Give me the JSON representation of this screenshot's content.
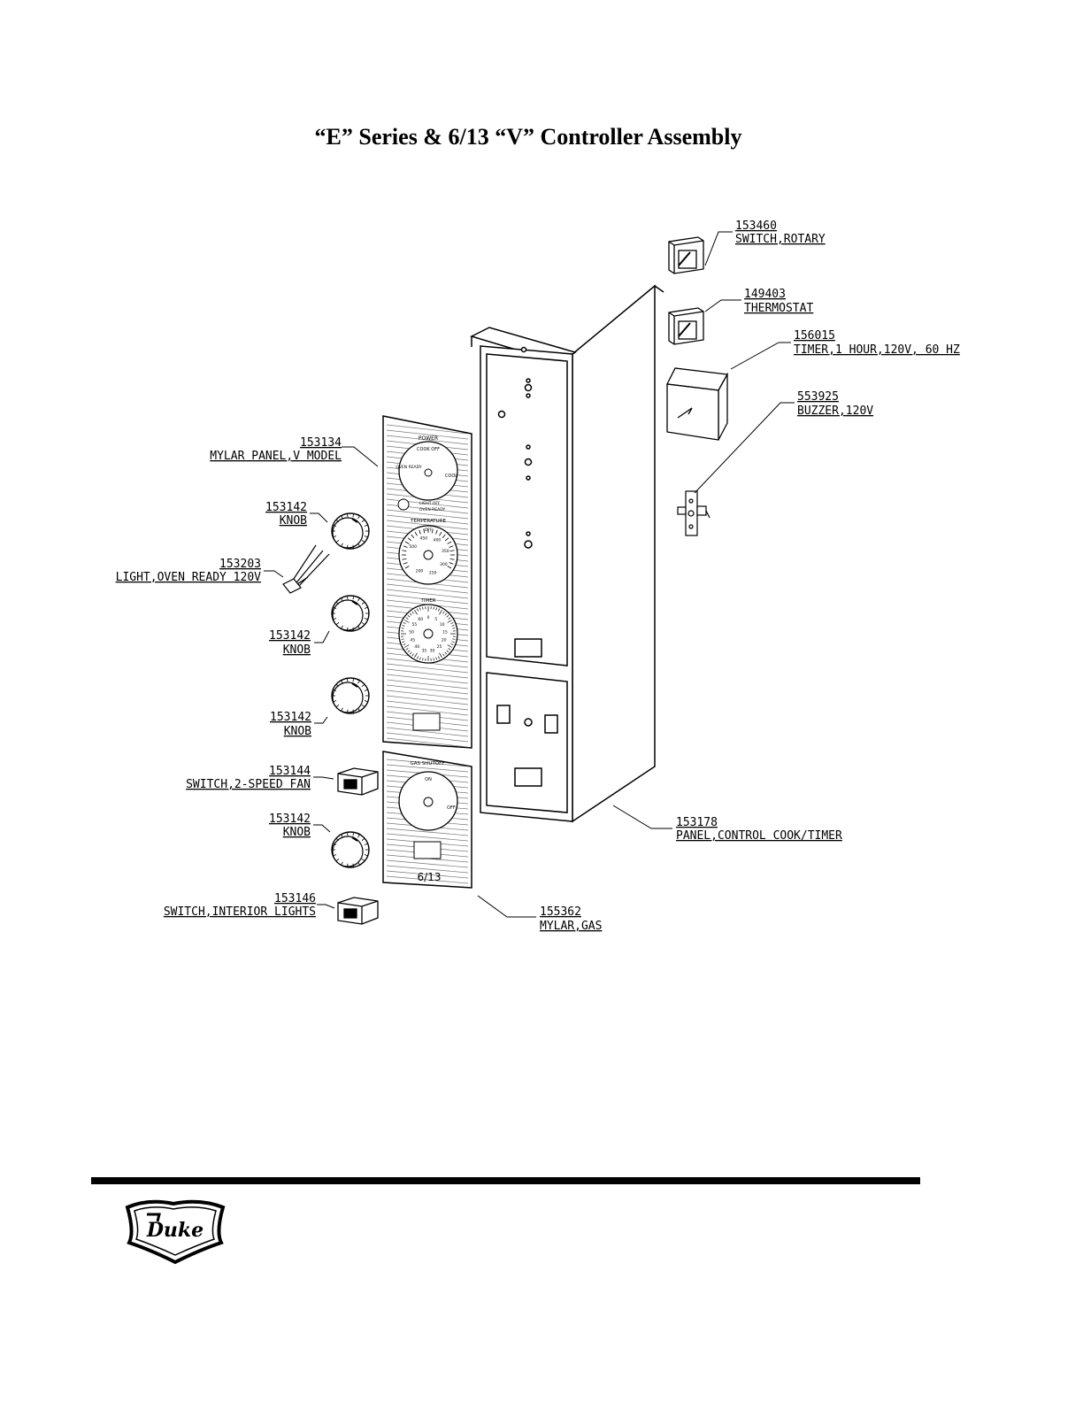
{
  "title": "“E” Series & 6/13 “V” Controller Assembly",
  "parts": {
    "p153460": {
      "number": "153460",
      "name": "SWITCH,ROTARY"
    },
    "p149403": {
      "number": "149403",
      "name": "THERMOSTAT"
    },
    "p156015": {
      "number": "156015",
      "name": "TIMER,1  HOUR,120V,  60  HZ"
    },
    "p553925": {
      "number": "553925",
      "name": "BUZZER,120V"
    },
    "p153134": {
      "number": "153134",
      "name": "MYLAR  PANEL,V  MODEL"
    },
    "p153142a": {
      "number": "153142",
      "name": "KNOB"
    },
    "p153203": {
      "number": "153203",
      "name": "LIGHT,OVEN  READY  120V"
    },
    "p153142b": {
      "number": "153142",
      "name": "KNOB"
    },
    "p153142c": {
      "number": "153142",
      "name": "KNOB"
    },
    "p153144": {
      "number": "153144",
      "name": "SWITCH,2-SPEED  FAN"
    },
    "p153142d": {
      "number": "153142",
      "name": "KNOB"
    },
    "p153146": {
      "number": "153146",
      "name": "SWITCH,INTERIOR  LIGHTS"
    },
    "p155362": {
      "number": "155362",
      "name": "MYLAR,GAS"
    },
    "p153178": {
      "number": "153178",
      "name": "PANEL,CONTROL  COOK/TIMER"
    }
  },
  "panel_text": {
    "power": "POWER",
    "cook_off": "COOK OFF",
    "cool": "COOL",
    "oven_ready": "OVEN READY",
    "light_off": "LIGHT OFF",
    "oven_ready_sub": "OVEN READY",
    "temperature": "TEMPERATURE",
    "temp_off": "OFF",
    "temp_scale": [
      "500",
      "450",
      "400",
      "350",
      "300",
      "250",
      "200"
    ],
    "timer": "TIMER",
    "timer_scale": [
      "0",
      "5",
      "10",
      "15",
      "20",
      "25",
      "30",
      "35",
      "40",
      "45",
      "50",
      "55",
      "60"
    ],
    "gas_shutoff": "GAS SHUTOFF",
    "gas_on": "ON",
    "gas_off": "OFF",
    "model_mark": "6/13"
  },
  "logo_text": "Duke"
}
